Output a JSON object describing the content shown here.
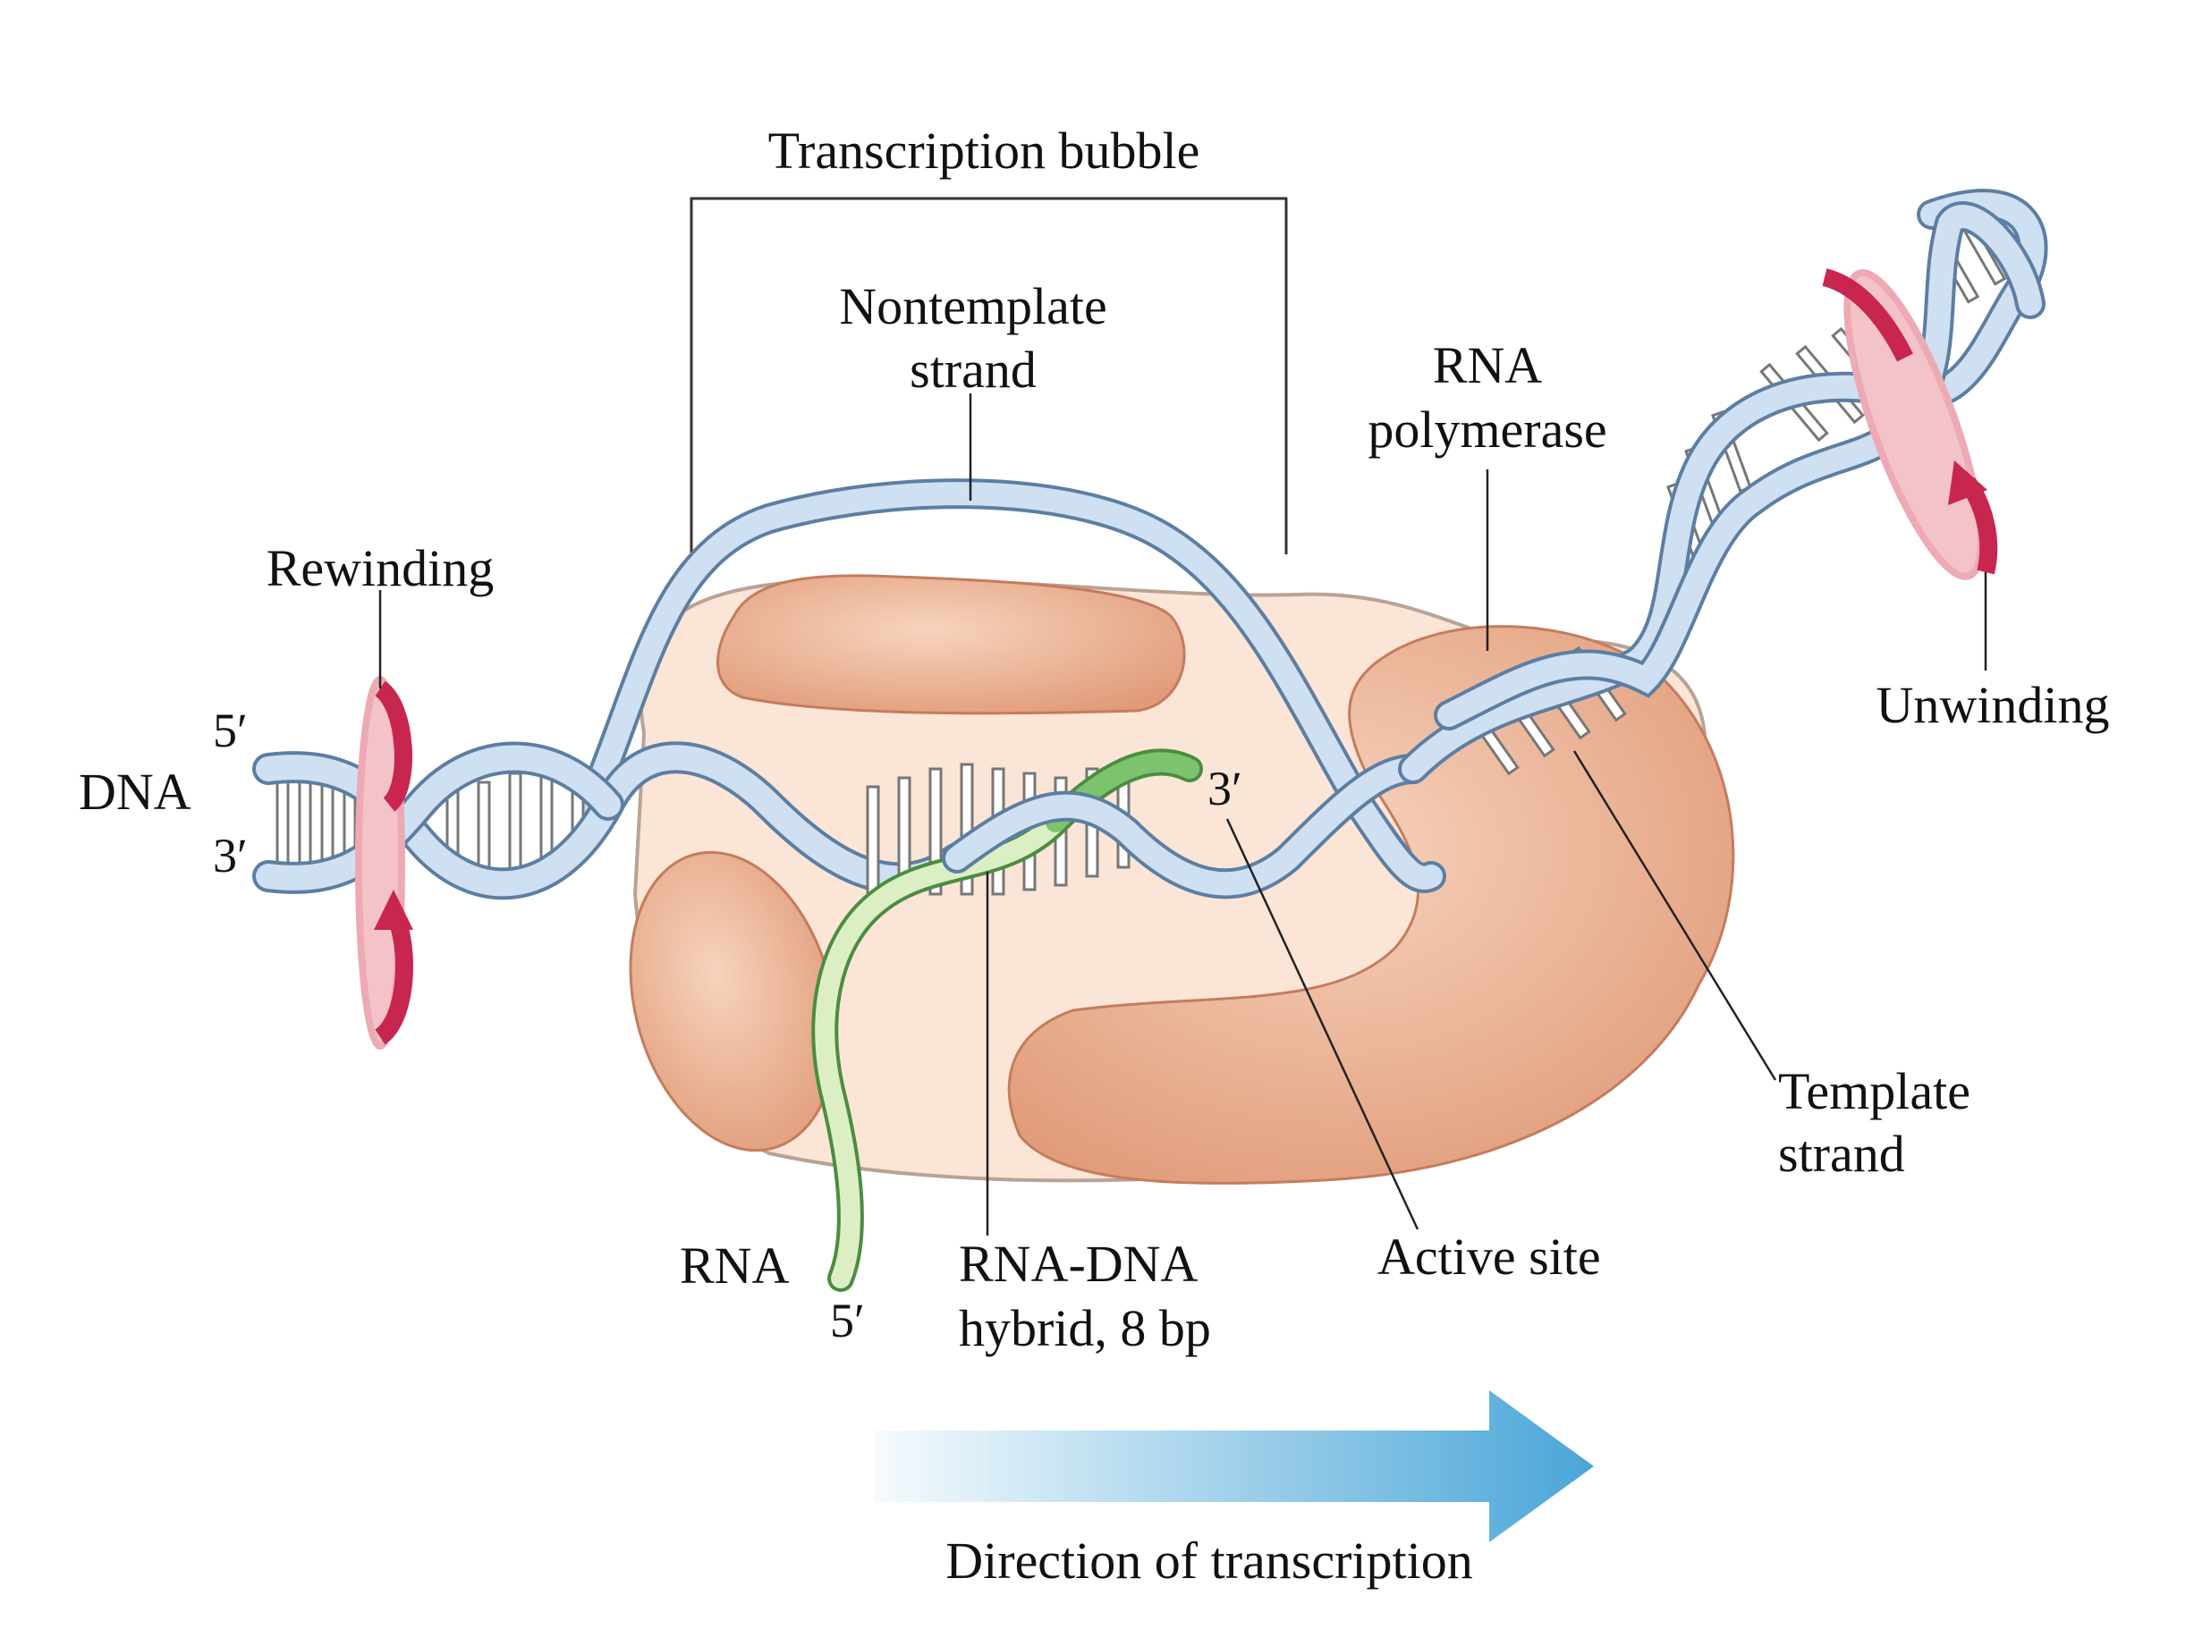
{
  "labels": {
    "transcription_bubble": "Transcription bubble",
    "nontemplate_line1": "Nontemplate",
    "nontemplate_line2": "strand",
    "rna_polymerase_line1": "RNA",
    "rna_polymerase_line2": "polymerase",
    "rewinding": "Rewinding",
    "unwinding": "Unwinding",
    "dna": "DNA",
    "dna_5prime": "5′",
    "dna_3prime": "3′",
    "rna_3prime": "3′",
    "rna": "RNA",
    "rna_5prime": "5′",
    "hybrid_line1": "RNA-DNA",
    "hybrid_line2": "hybrid, 8 bp",
    "active_site": "Active site",
    "template_line1": "Template",
    "template_line2": "strand",
    "direction": "Direction of transcription"
  },
  "colors": {
    "dna_strand": "#bcd3ec",
    "dna_outline": "#5d7ea3",
    "rna_strand": "#7cc36e",
    "rna_light": "#dcefc4",
    "polymerase_body": "#fbe5d6",
    "polymerase_lobe": "#e4a07f",
    "rotation_arrow": "#c8264f",
    "rotation_disc": "#eeaab4",
    "direction_arrow": "#4aa6d8"
  }
}
